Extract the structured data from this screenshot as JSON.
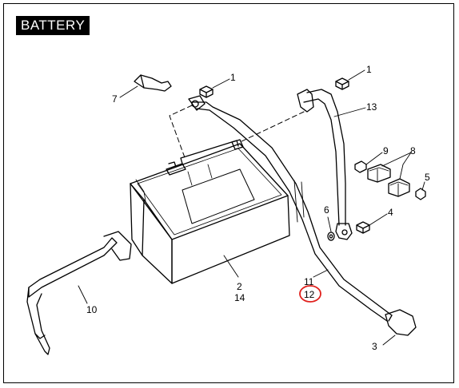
{
  "title": "BATTERY",
  "callouts": {
    "c1a": "1",
    "c1b": "1",
    "c2": "2",
    "c14": "14",
    "c3": "3",
    "c4": "4",
    "c5": "5",
    "c6": "6",
    "c7": "7",
    "c8": "8",
    "c9": "9",
    "c10": "10",
    "c11": "11",
    "c12": "12",
    "c13": "13"
  },
  "highlight_color": "#e0201c"
}
